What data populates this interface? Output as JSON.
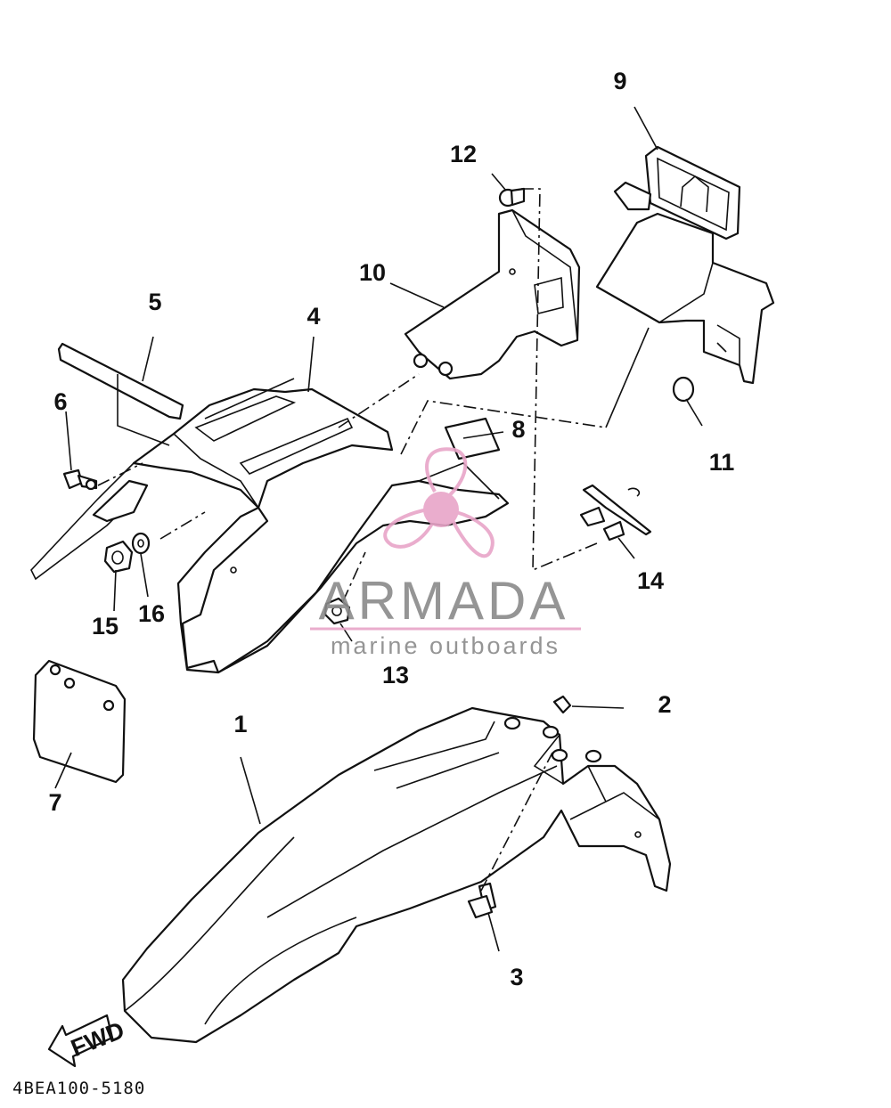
{
  "diagram": {
    "code": "4BEA100-5180",
    "fwd_label": "FWD",
    "callouts": [
      "1",
      "2",
      "3",
      "4",
      "5",
      "6",
      "7",
      "8",
      "9",
      "10",
      "11",
      "12",
      "13",
      "14",
      "15",
      "16"
    ]
  },
  "watermark": {
    "brand": "ARMADA",
    "tagline": "marine outboards",
    "accent_color": "#e8a5c8",
    "text_color": "#8a8a8a"
  }
}
